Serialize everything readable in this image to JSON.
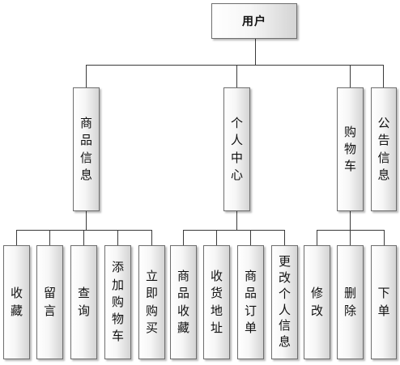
{
  "root": {
    "label": "用户"
  },
  "categories": [
    {
      "label": "商品信息",
      "children": [
        {
          "label": "收藏"
        },
        {
          "label": "留言"
        },
        {
          "label": "查询"
        },
        {
          "label": "添加购物车"
        },
        {
          "label": "立即购买"
        }
      ]
    },
    {
      "label": "个人中心",
      "children": [
        {
          "label": "商品收藏"
        },
        {
          "label": "收货地址"
        },
        {
          "label": "商品订单"
        },
        {
          "label": "更改个人信息"
        }
      ]
    },
    {
      "label": "购物车",
      "children": [
        {
          "label": "修改"
        },
        {
          "label": "删除"
        },
        {
          "label": "下单"
        }
      ]
    },
    {
      "label": "公告信息",
      "children": []
    }
  ]
}
